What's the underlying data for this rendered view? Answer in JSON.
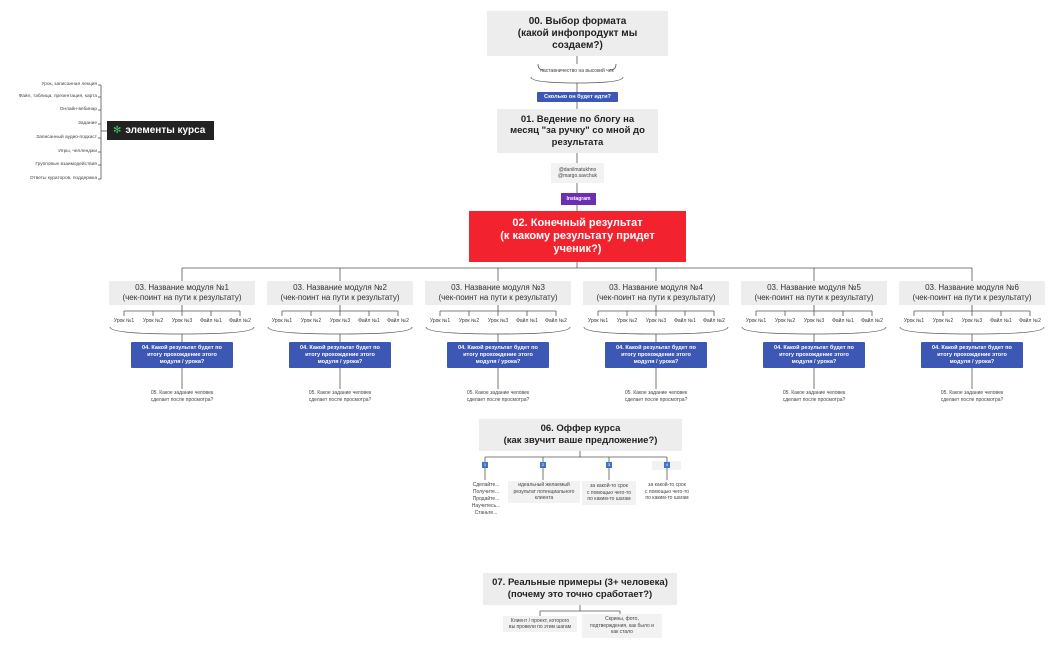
{
  "top": {
    "format_title": "00. Выбор формата\n(какой инфопродукт мы\nсоздаем?)",
    "format_note": "наставничество на высокий чек",
    "price_label": "Сколько он будет идти?",
    "product_title": "01. Ведение по блогу на\nмесяц \"за ручку\" со мной до\nрезультата",
    "accounts": "@danilmatukhno\n@margo.savchuk",
    "platform": "Instagram",
    "result_title": "02. Конечный результат\n(к какому результату придет\nученик?)"
  },
  "elements": {
    "title": "элементы курса",
    "items": [
      "Урок, записанная лекция",
      "Файл, таблица, презентация, карта",
      "Онлайн-вебинар",
      "Задание",
      "Записанный аудио-подкаст",
      "Игры, челленджи",
      "Групповые взаимодействия",
      "Ответы кураторов, поддержка"
    ]
  },
  "modules": [
    {
      "title": "03. Название модуля №1\n(чек-поинт на пути к результату)"
    },
    {
      "title": "03. Название модуля №2\n(чек-поинт на пути к результату)"
    },
    {
      "title": "03. Название модуля №3\n(чек-поинт на пути к результату)"
    },
    {
      "title": "03. Название модуля №4\n(чек-поинт на пути к результату)"
    },
    {
      "title": "03. Название модуля №5\n(чек-поинт на пути к результату)"
    },
    {
      "title": "03. Название модуля №6\n(чек-поинт на пути к результату)"
    }
  ],
  "module_children": {
    "lessons": [
      "Урок №1",
      "Урок №2",
      "Урок №3",
      "Файл №1",
      "Файл №2"
    ],
    "result_question": "04. Какой результат будет по\nитогу прохождение этого\nмодуля / урока?",
    "task_question": "05. Какое задание человек\nсделает после просмотра?"
  },
  "offer": {
    "title": "06. Оффер курса\n(как звучит ваше предложение?)",
    "badges": [
      "1",
      "2",
      "3",
      "4"
    ],
    "options": [
      "Сделайте...\nПолучите...\nПродайте...\nНаучитесь...\nСтаньте...",
      "идеальный желаемый\nрезультат потенциального\nклиента",
      "за какой-то срок\nс помощью чего-то\nпо каким-то шагам",
      "за какой-то срок\nс помощью чего-то\nпо каким-то шагам"
    ]
  },
  "examples": {
    "title": "07. Реальные примеры (3+ человека)\n(почему это точно сработает?)",
    "left": "Клиент / проект, которого\nвы провели по этим шагам",
    "right": "Скрины, фото,\nподтверждения, как было и\nкак стало"
  },
  "colors": {
    "red": "#f2222e",
    "blue": "#3d57b5",
    "purple": "#6e2db5",
    "dark": "#222222",
    "grey": "#ededed"
  }
}
